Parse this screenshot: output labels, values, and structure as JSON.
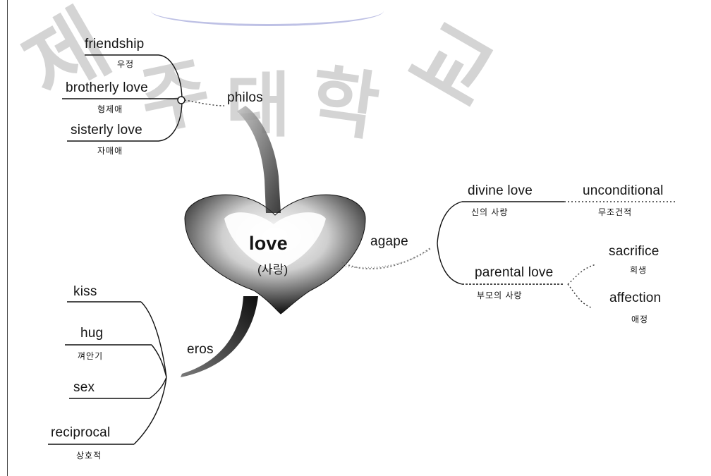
{
  "center": {
    "label": "love",
    "korean": "(사랑)"
  },
  "branches": {
    "philos": "philos",
    "agape": "agape",
    "eros": "eros"
  },
  "philos_items": [
    {
      "en": "friendship",
      "ko": "우정"
    },
    {
      "en": "brotherly love",
      "ko": "형제애"
    },
    {
      "en": "sisterly love",
      "ko": "자매애"
    }
  ],
  "agape_items": {
    "divine": {
      "en": "divine love",
      "ko": "신의 사랑"
    },
    "unconditional": {
      "en": "unconditional",
      "ko": "무조건적"
    },
    "parental": {
      "en": "parental love",
      "ko": "부모의 사랑"
    },
    "sacrifice": {
      "en": "sacrifice",
      "ko": "희생"
    },
    "affection": {
      "en": "affection",
      "ko": "애정"
    }
  },
  "eros_items": [
    {
      "en": "kiss",
      "ko": ""
    },
    {
      "en": "hug",
      "ko": "껴안기"
    },
    {
      "en": "sex",
      "ko": ""
    },
    {
      "en": "reciprocal",
      "ko": "상호적"
    }
  ],
  "watermark": [
    "제",
    "주",
    "대",
    "학",
    "교"
  ],
  "colors": {
    "ink": "#141414",
    "watermark": "#9a9a9a",
    "arc": "#8a8fd0"
  }
}
